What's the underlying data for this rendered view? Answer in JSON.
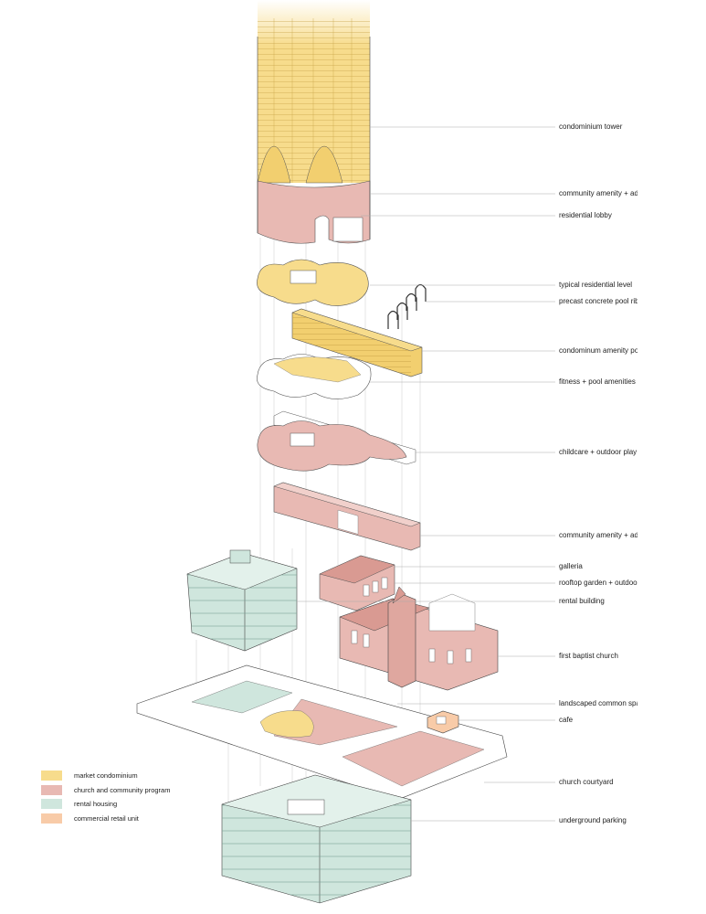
{
  "labels": {
    "condominium_tower": "condominium tower",
    "community_amenity_upper": "community amenity + admin s",
    "residential_lobby": "residential lobby",
    "typical_residential_level": "typical residential level",
    "precast_pool_ribs": "precast concrete pool ribs",
    "condominum_amenity_pool": "condominum amenity pool",
    "fitness_pool_amenities": "fitness + pool amenities",
    "childcare_play": "childcare + outdoor play space",
    "community_amenity_lower": "community amenity + admin s",
    "galleria": "galleria",
    "rooftop_garden": "rooftop garden + outdoor kitchen",
    "rental_building": "rental building",
    "first_baptist_church": "first baptist church",
    "landscaped_common_space": "landscaped common space",
    "cafe": "cafe",
    "church_courtyard": "church courtyard",
    "underground_parking": "underground parking"
  },
  "legend": [
    {
      "label": "market condominium",
      "color": "#f7dc8c"
    },
    {
      "label": "church and community program",
      "color": "#e8b9b3"
    },
    {
      "label": "rental housing",
      "color": "#cfe6dd"
    },
    {
      "label": "commercial retail unit",
      "color": "#f8cba8"
    }
  ]
}
